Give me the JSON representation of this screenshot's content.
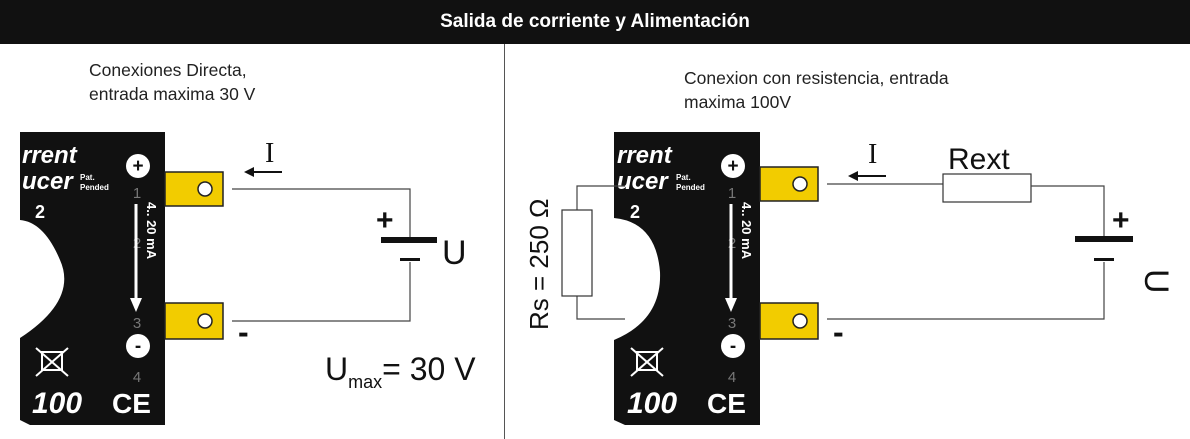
{
  "header": {
    "title": "Salida de corriente y Alimentación"
  },
  "left": {
    "caption_line1": "Conexiones Directa,",
    "caption_line2": "entrada maxima 30 V",
    "current_label": "I",
    "plus_sign": "+",
    "minus_sign": "-",
    "voltage_label": "U",
    "umax_u": "U",
    "umax_sub": "max",
    "umax_value": "= 30 V"
  },
  "right": {
    "caption_line1": "Conexion con resistencia, entrada",
    "caption_line2": "maxima 100V",
    "current_label": "I",
    "rext_label": "Rext",
    "rs_label": "Rs = 250 Ω",
    "plus_sign": "+",
    "minus_sign": "-",
    "voltage_label": "U"
  },
  "module": {
    "text_top1": "rrent",
    "text_top2": "ucer",
    "patent1": "Pat.",
    "patent2": "Pended",
    "model_frag": "2",
    "terminal_plus": "+",
    "terminal_minus": "-",
    "pin1": "1",
    "pin2": "2",
    "pin3": "3",
    "pin4": "4",
    "range": "4.. 20 mA",
    "number": "100",
    "ce_mark": "CE"
  }
}
